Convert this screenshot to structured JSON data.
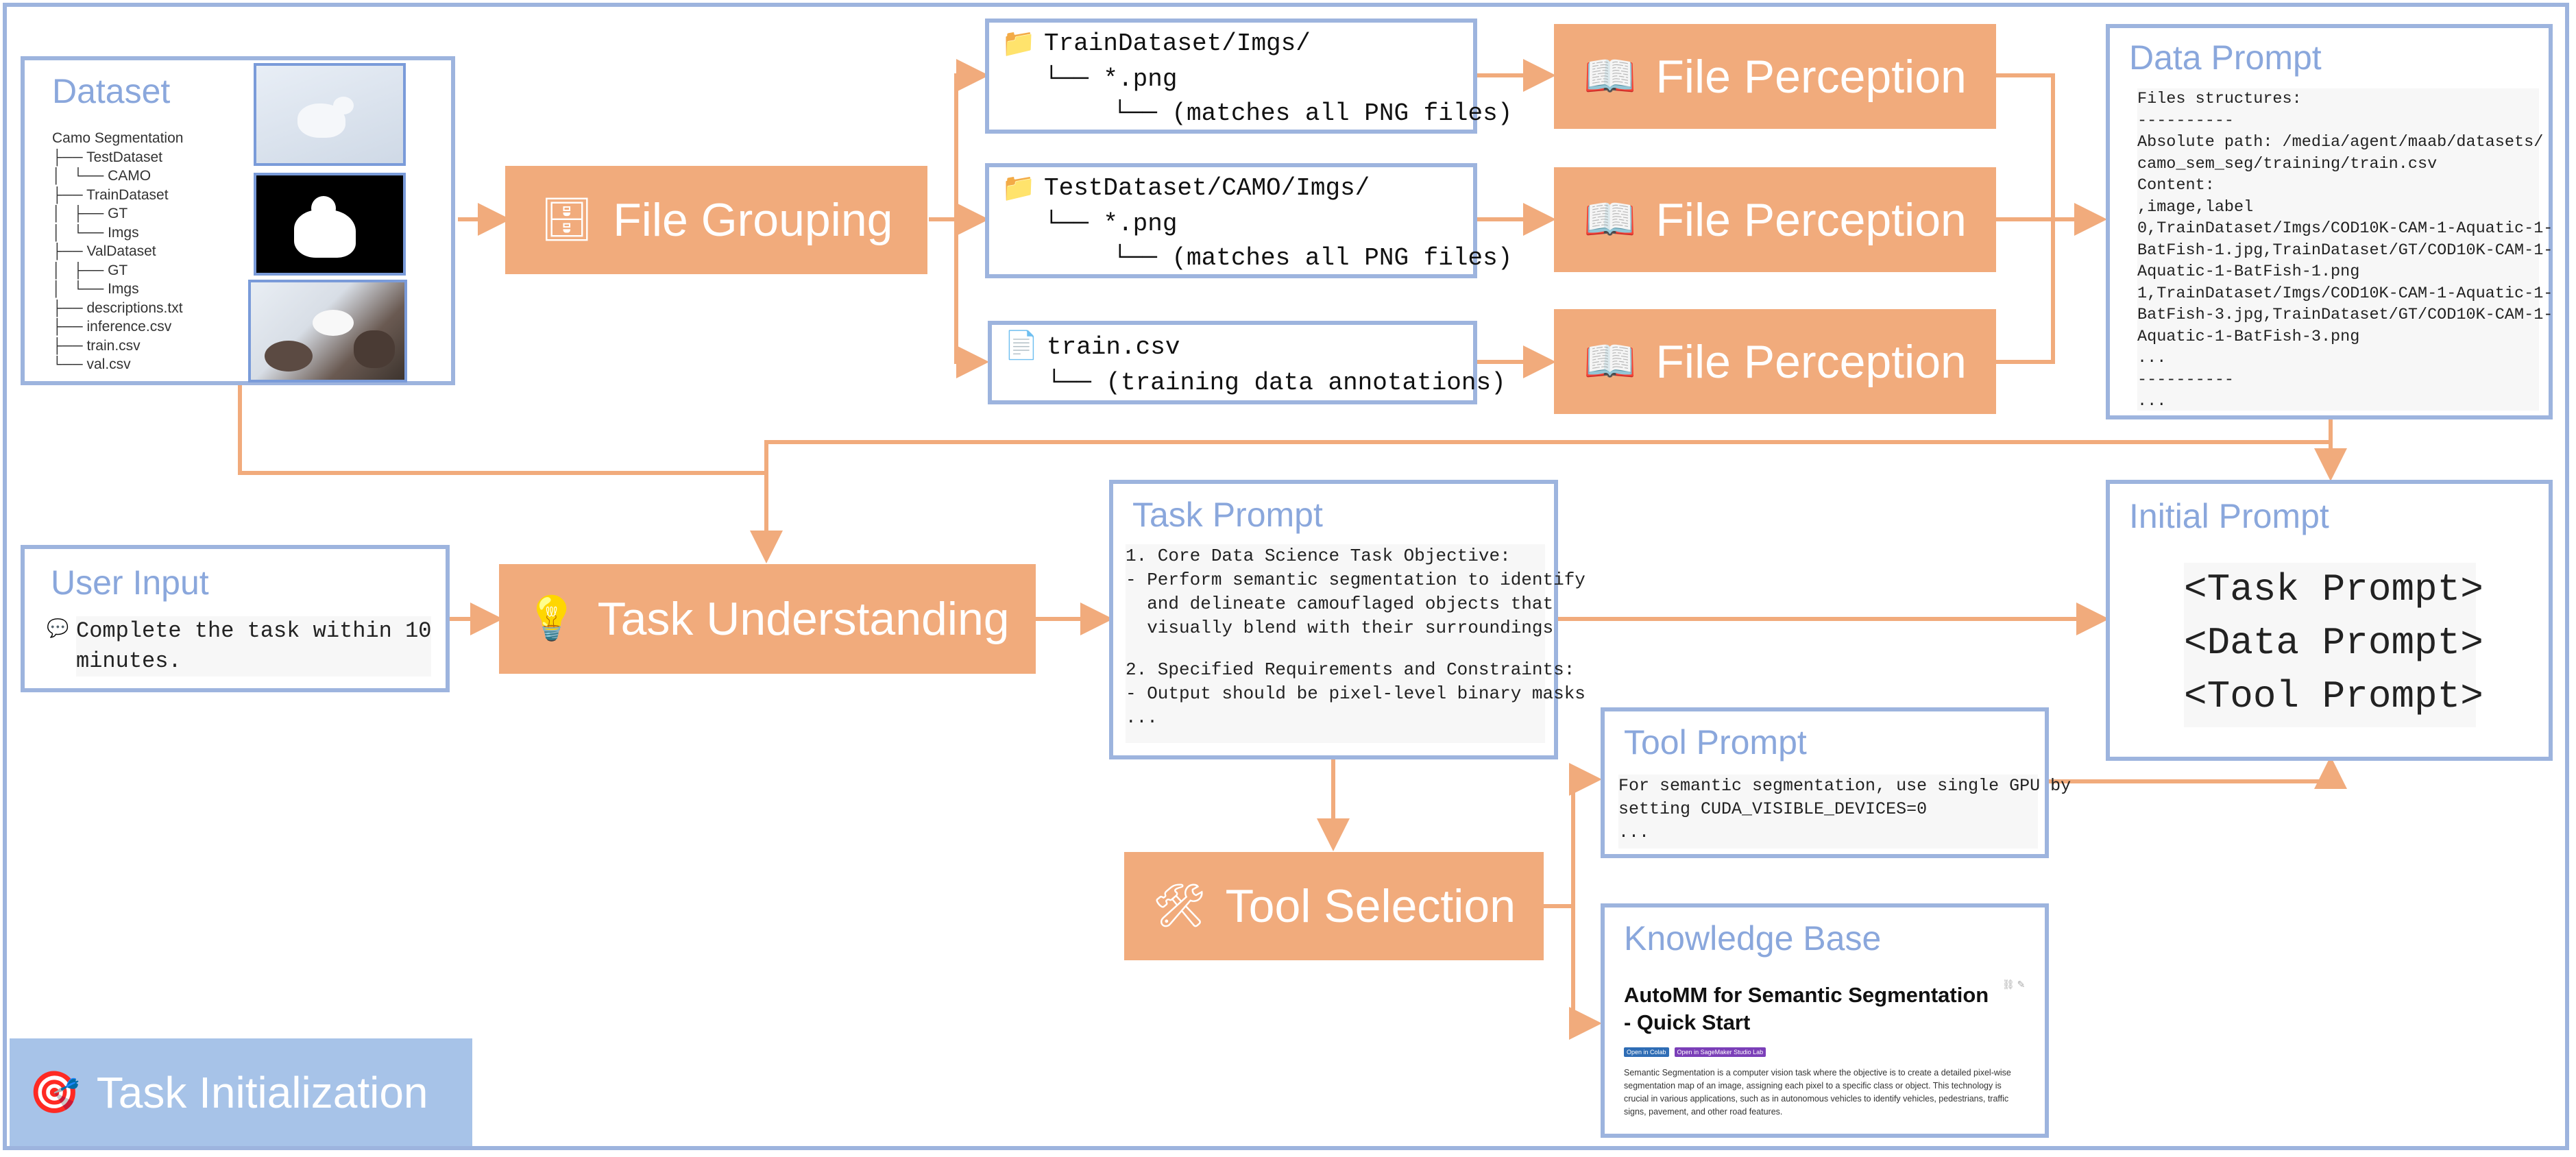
{
  "dataset": {
    "title": "Dataset",
    "tree": [
      "Camo Segmentation",
      "├── TestDataset",
      "│   └── CAMO",
      "├── TrainDataset",
      "│   ├── GT",
      "│   └── Imgs",
      "├── ValDataset",
      "│   ├── GT",
      "│   └── Imgs",
      "├── descriptions.txt",
      "├── inference.csv",
      "├── train.csv",
      "└── val.csv"
    ]
  },
  "file_grouping": {
    "label": "File Grouping",
    "icon": "file-cabinet-icon"
  },
  "groups": [
    {
      "line1": "TrainDataset/Imgs/",
      "line2": "└── *.png",
      "line3": "└── (matches all PNG files)"
    },
    {
      "line1": "TestDataset/CAMO/Imgs/",
      "line2": "└── *.png",
      "line3": "└── (matches all PNG files)"
    },
    {
      "line1": "train.csv",
      "line2": "└── (training data annotations)"
    }
  ],
  "file_perception": {
    "label": "File Perception",
    "icon": "open-book-icon"
  },
  "data_prompt": {
    "title": "Data Prompt",
    "lines": [
      "Files structures:",
      "----------",
      "Absolute path: /media/agent/maab/datasets/",
      "camo_sem_seg/training/train.csv",
      "Content:",
      ",image,label",
      "0,TrainDataset/Imgs/COD10K-CAM-1-Aquatic-1-",
      "BatFish-1.jpg,TrainDataset/GT/COD10K-CAM-1-",
      "Aquatic-1-BatFish-1.png",
      "1,TrainDataset/Imgs/COD10K-CAM-1-Aquatic-1-",
      "BatFish-3.jpg,TrainDataset/GT/COD10K-CAM-1-",
      "Aquatic-1-BatFish-3.png",
      "...",
      "----------",
      "..."
    ]
  },
  "user_input": {
    "title": "User Input",
    "text_line1": "Complete the task within 10",
    "text_line2": "minutes.",
    "icon": "speech-bubble-icon"
  },
  "task_understanding": {
    "label": "Task Understanding",
    "icon": "light-bulb-icon"
  },
  "task_prompt": {
    "title": "Task Prompt",
    "lines": [
      "1. Core Data Science Task Objective:",
      "- Perform semantic segmentation to identify",
      "  and delineate camouflaged objects that",
      "  visually blend with their surroundings",
      "",
      "2. Specified Requirements and Constraints:",
      "- Output should be pixel-level binary masks",
      "..."
    ]
  },
  "initial_prompt": {
    "title": "Initial Prompt",
    "lines": [
      "<Task Prompt>",
      "<Data Prompt>",
      "<Tool Prompt>"
    ]
  },
  "tool_prompt": {
    "title": "Tool Prompt",
    "lines": [
      "For semantic segmentation, use single GPU by",
      "setting CUDA_VISIBLE_DEVICES=0",
      "..."
    ]
  },
  "tool_selection": {
    "label": "Tool Selection",
    "icon": "hammer-wrench-icon"
  },
  "knowledge_base": {
    "title": "Knowledge Base",
    "heading_line1": "AutoMM for Semantic Segmentation",
    "heading_line2": "- Quick Start",
    "badges": [
      "Open in Colab",
      "Open in SageMaker Studio Lab"
    ],
    "body_lines": [
      "Semantic Segmentation is a computer vision task where the objective is to create a detailed pixel-wise",
      "segmentation map of an image, assigning each pixel to a specific class or object. This technology is",
      "crucial in various applications, such as in autonomous vehicles to identify vehicles, pedestrians, traffic",
      "signs, pavement, and other road features."
    ]
  },
  "task_initialization": {
    "label": "Task Initialization",
    "icon": "target-icon"
  },
  "colors": {
    "orange": "#f1ab7c",
    "blue_border": "#9db4de",
    "title_blue": "#8aa7dc",
    "label_blue_bg": "#a7c3e8"
  }
}
